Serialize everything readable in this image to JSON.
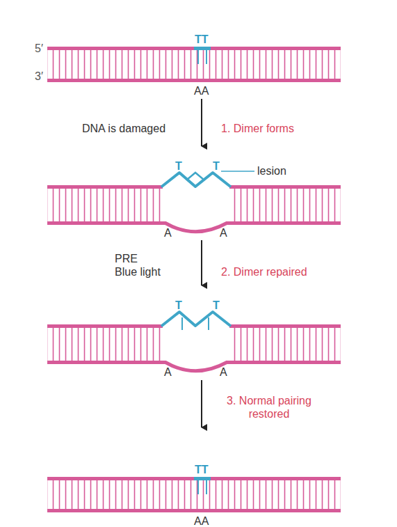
{
  "diagram": {
    "labels": [
      "5′",
      "3′",
      "TT",
      "AA",
      "DNA is damaged",
      "1. Dimer forms",
      "T",
      "T",
      "lesion",
      "A",
      "A",
      "PRE",
      "Blue light",
      "2. Dimer repaired",
      "T",
      "T",
      "A",
      "A",
      "3. Normal pairing restored",
      "TT",
      "AA"
    ]
  }
}
